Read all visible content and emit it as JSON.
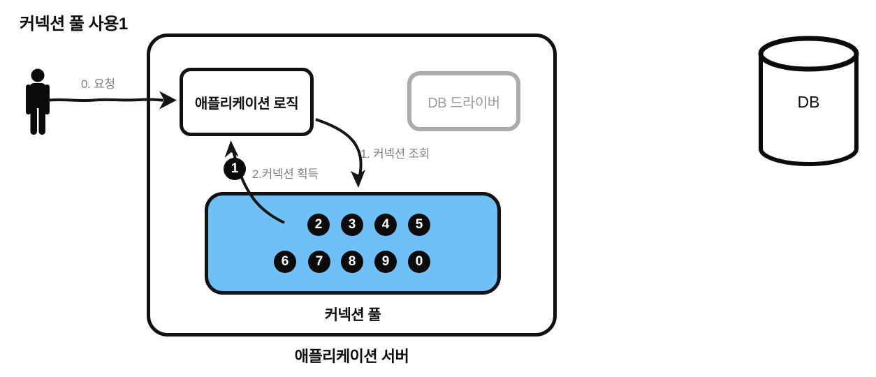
{
  "title": "커넥션 풀 사용1",
  "colors": {
    "outline": "#111111",
    "pool_fill": "#6fc0f7",
    "muted_border": "#ababab",
    "muted_text": "#9b9b9b",
    "label_gray": "#808080",
    "connection_circle": "#0b0b0b"
  },
  "diagram": {
    "app_server_label": "애플리케이션 서버",
    "app_logic_label": "애플리케이션 로직",
    "db_driver_label": "DB 드라이버",
    "pool_label": "커넥션 풀",
    "db_label": "DB",
    "labels": {
      "request": "0. 요청",
      "lookup": "1. 커넥션 조회",
      "acquire": "2.커넥션 획득"
    },
    "acquired_connection": "1",
    "pool_row1": [
      "2",
      "3",
      "4",
      "5"
    ],
    "pool_row2": [
      "6",
      "7",
      "8",
      "9",
      "0"
    ]
  }
}
